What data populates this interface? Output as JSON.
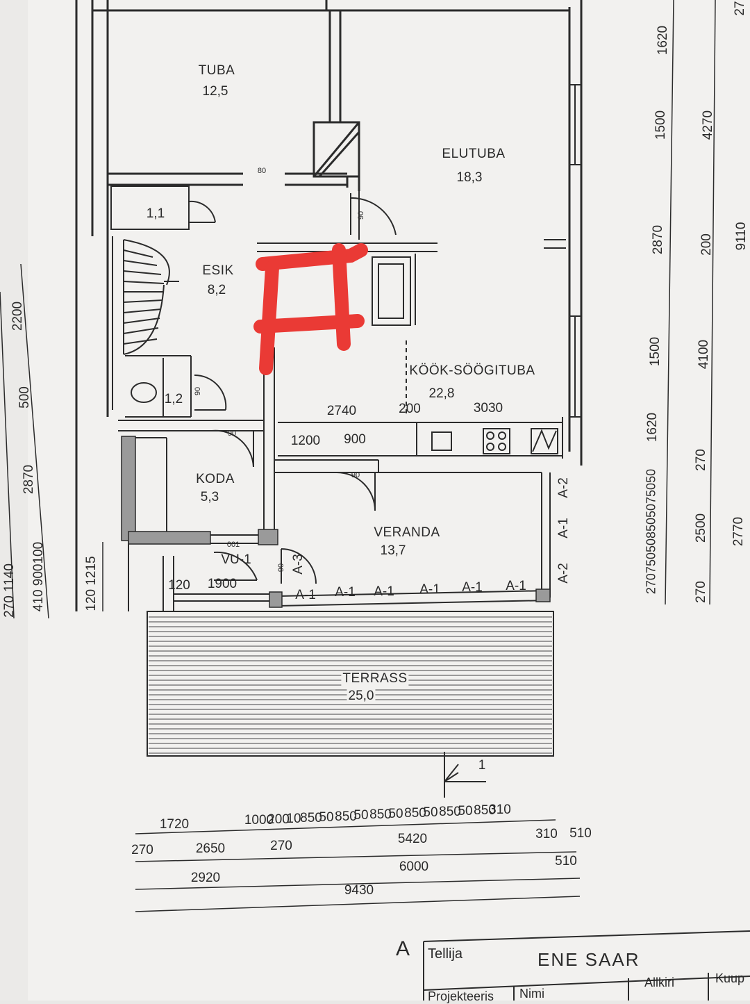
{
  "rooms": {
    "tuba": {
      "name": "TUBA",
      "area": "12,5"
    },
    "elutuba": {
      "name": "ELUTUBA",
      "area": "18,3"
    },
    "wc_small": {
      "area": "1,1"
    },
    "esik": {
      "name": "ESIK",
      "area": "8,2"
    },
    "wc": {
      "area": "1,2"
    },
    "kook": {
      "name": "KÖÖK-SÖÖGITUBA",
      "area": "22,8"
    },
    "koda": {
      "name": "KODA",
      "area": "5,3"
    },
    "veranda": {
      "name": "VERANDA",
      "area": "13,7"
    },
    "terrass": {
      "name": "TERRASS",
      "area": "25,0"
    }
  },
  "doors": {
    "d1": "80",
    "d2": "90",
    "d3": "90",
    "d4": "90",
    "d5": "90",
    "d6": "90",
    "d7": "001"
  },
  "window_codes": {
    "vu1": "VU-1",
    "a3": "A-3",
    "a1_labels": [
      "A-1",
      "A-1",
      "A-1",
      "A-1",
      "A-1",
      "A-1"
    ],
    "side_labels": [
      "A-2",
      "A-1",
      "A-2"
    ]
  },
  "interior_dims": {
    "k2740": "2740",
    "k200": "200",
    "k3030": "3030",
    "k1200": "1200",
    "k900": "900",
    "v120": "120",
    "v1900": "1900"
  },
  "bottom_dims": {
    "row1": [
      "1720",
      "1000",
      "200",
      "10",
      "850",
      "50",
      "850",
      "50",
      "850",
      "50",
      "850",
      "50",
      "850",
      "50",
      "850",
      "310"
    ],
    "row2": [
      "270",
      "2650",
      "270",
      "5420",
      "310",
      "510"
    ],
    "row3": [
      "2920",
      "6000",
      "510"
    ],
    "row4": [
      "9430"
    ]
  },
  "right_dims": {
    "col1": [
      "1620",
      "1500",
      "2870",
      "1500",
      "1620",
      "270750508505075050"
    ],
    "col2": [
      "4270",
      "200",
      "4100",
      "270",
      "2500",
      "270"
    ],
    "col3": [
      "27",
      "9110",
      "2770"
    ]
  },
  "left_dims": {
    "values": [
      "2200",
      "500",
      "2870",
      "410 900100",
      "120 1215",
      "270 1140"
    ]
  },
  "section_marker": {
    "number": "1"
  },
  "sheet": {
    "label": "A"
  },
  "title_block": {
    "client_label": "Tellija",
    "client_name": "ENE SAAR",
    "row2": [
      "Projekteeris",
      "Nimi",
      "Allkiri",
      "Kuup"
    ]
  },
  "colors": {
    "paper": "#f2f1ef",
    "line": "#2b2b2b",
    "hatch": "#555555",
    "marker": "#ea3a35"
  }
}
